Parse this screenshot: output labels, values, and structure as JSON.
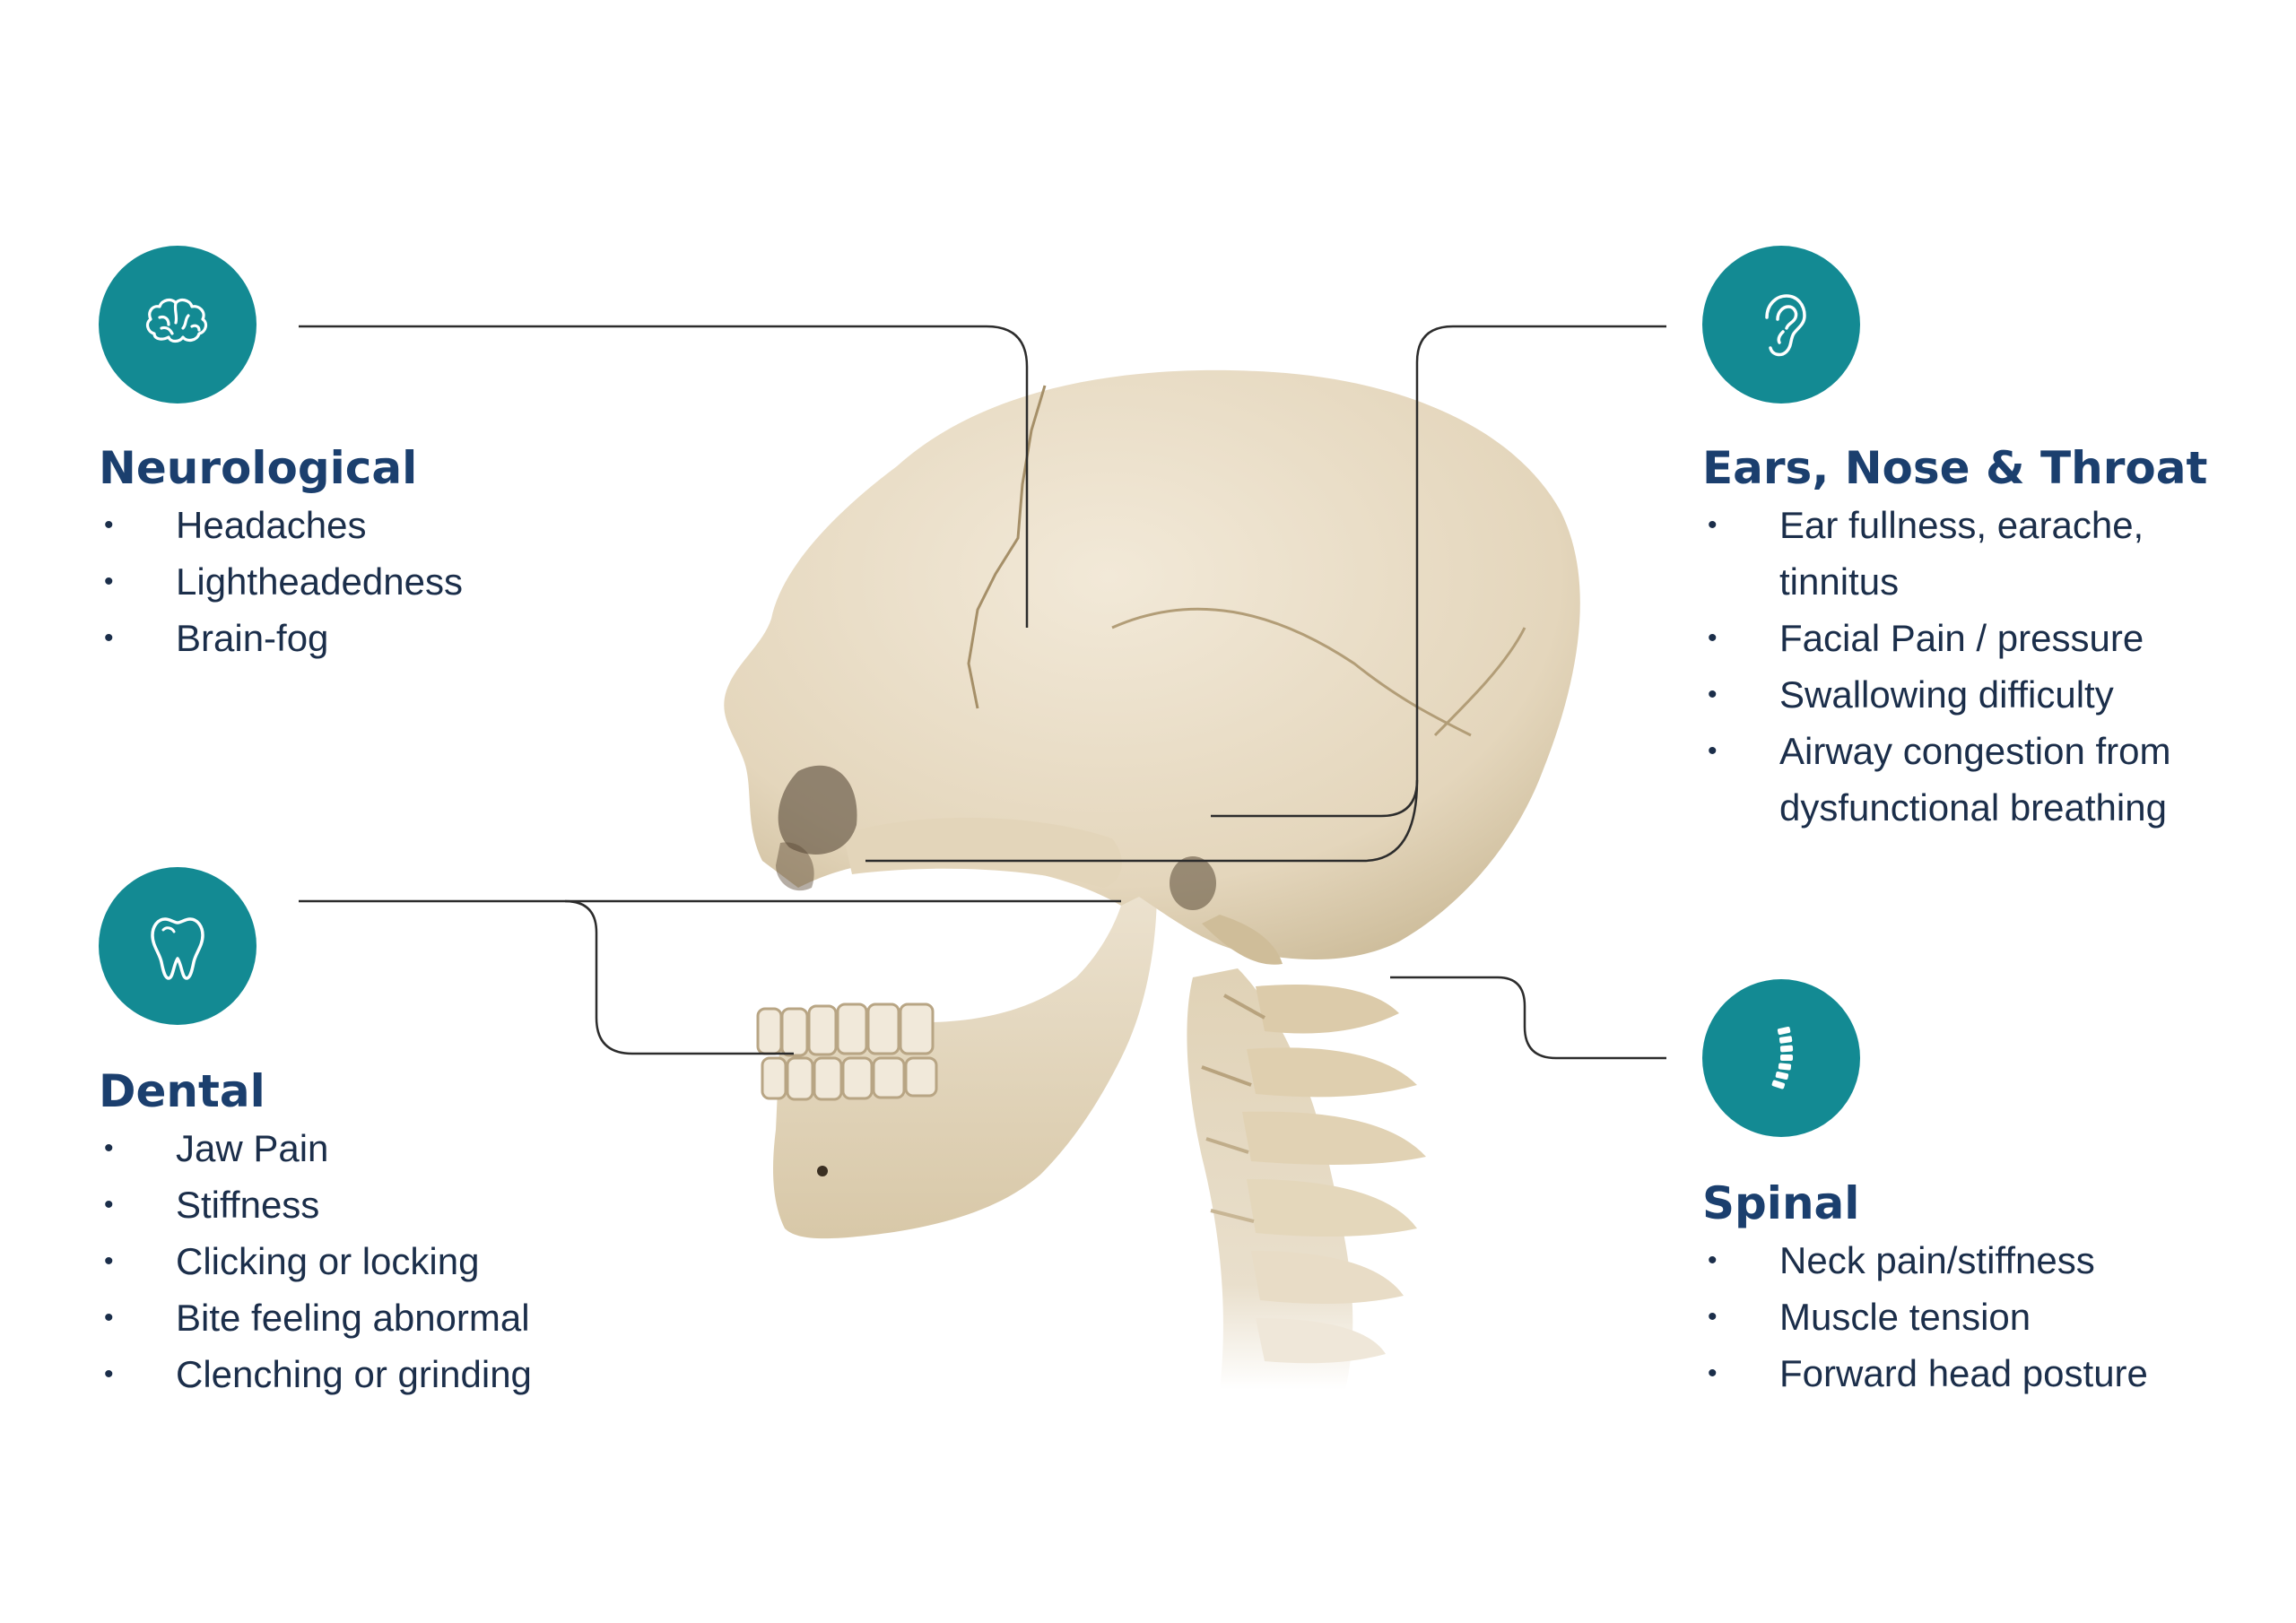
{
  "colors": {
    "accent": "#138a93",
    "heading": "#1b3f6e",
    "text": "#1b2e4a",
    "connector": "#2c2c2c",
    "bone": "#e8dcc6"
  },
  "sections": {
    "neurological": {
      "icon": "brain-icon",
      "title": "Neurological",
      "items": [
        "Headaches",
        "Lightheadedness",
        "Brain-fog"
      ]
    },
    "dental": {
      "icon": "tooth-icon",
      "title": "Dental",
      "items": [
        "Jaw Pain",
        "Stiffness",
        "Clicking or locking",
        "Bite feeling abnormal",
        "Clenching or grinding"
      ]
    },
    "ent": {
      "icon": "ear-icon",
      "title": "Ears, Nose & Throat",
      "items": [
        "Ear fullness, earache,",
        "tinnitus",
        "Facial Pain / pressure",
        "Swallowing difficulty",
        "Airway congestion from",
        "dysfunctional breathing"
      ]
    },
    "spinal": {
      "icon": "spine-icon",
      "title": "Spinal",
      "items": [
        "Neck pain/stiffness",
        "Muscle tension",
        "Forward head posture"
      ]
    }
  }
}
